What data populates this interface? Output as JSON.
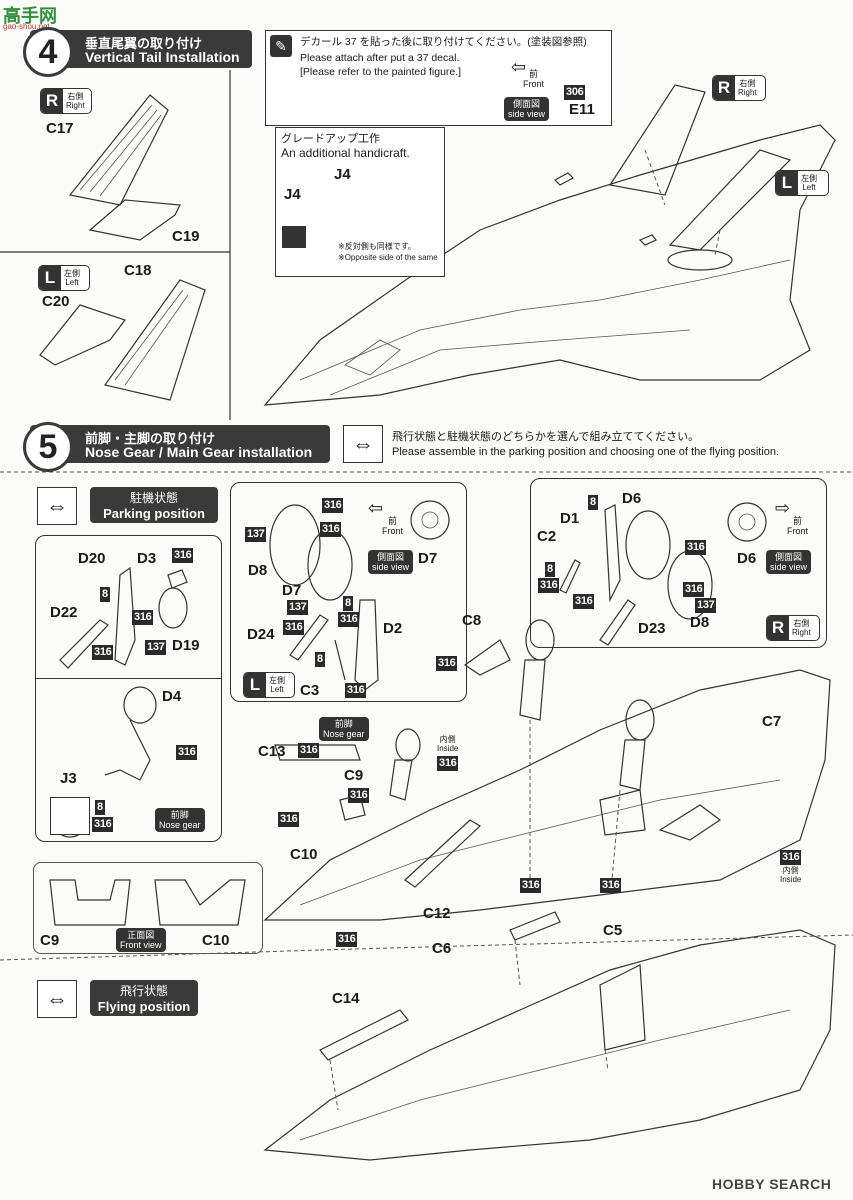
{
  "logo": {
    "text": "高手网",
    "sub": "gao-shou.net"
  },
  "step4": {
    "number": "4",
    "title_jp": "垂直尾翼の取り付け",
    "title_en": "Vertical Tail Installation",
    "decal_note_jp": "デカール 37 を貼った後に取り付けてください。(塗装図参照)",
    "decal_note_en1": "Please attach after put a 37 decal.",
    "decal_note_en2": "[Please refer to the painted figure.]",
    "front_jp": "前",
    "front_en": "Front",
    "side_view_jp": "側面図",
    "side_view_en": "side view",
    "decal_num": "306",
    "decal_part": "E11",
    "upgrade_jp": "グレードアップ工作",
    "upgrade_en": "An additional handicraft.",
    "opposite_jp": "※反対側も同様です。",
    "opposite_en": "※Opposite side of the same",
    "parts": {
      "j4a": "J4",
      "j4b": "J4",
      "c17": "C17",
      "c19": "C19",
      "c18": "C18",
      "c20": "C20"
    },
    "right": {
      "big": "R",
      "jp": "右側",
      "en": "Right"
    },
    "left": {
      "big": "L",
      "jp": "左側",
      "en": "Left"
    }
  },
  "step5": {
    "number": "5",
    "title_jp": "前脚・主脚の取り付け",
    "title_en": "Nose Gear / Main Gear installation",
    "choose_jp": "飛行状態と駐機状態のどちらかを選んで組み立ててください。",
    "choose_en": "Please assemble in the parking position and choosing one of the flying position.",
    "parking_jp": "駐機状態",
    "parking_en": "Parking position",
    "flying_jp": "飛行状態",
    "flying_en": "Flying position",
    "nose_gear_jp": "前脚",
    "nose_gear_en": "Nose gear",
    "inside_jp": "内側",
    "inside_en": "Inside",
    "front_view_jp": "正面図",
    "front_view_en": "Front view",
    "front_jp": "前",
    "front_en": "Front",
    "side_view_jp": "側面図",
    "side_view_en": "side view",
    "parts": {
      "d20": "D20",
      "d3": "D3",
      "d22": "D22",
      "d19": "D19",
      "d4": "D4",
      "j3": "J3",
      "d8l": "D8",
      "d7a": "D7",
      "d7b": "D7",
      "d24": "D24",
      "d2": "D2",
      "c3": "C3",
      "d1": "D1",
      "d6a": "D6",
      "d6b": "D6",
      "c2": "C2",
      "d23": "D23",
      "d8r": "D8",
      "c8": "C8",
      "c7": "C7",
      "c13": "C13",
      "c9a": "C9",
      "c10a": "C10",
      "c12": "C12",
      "c9b": "C9",
      "c10b": "C10",
      "c6": "C6",
      "c5": "C5",
      "c14": "C14"
    },
    "paint": {
      "p316": "316",
      "p137": "137",
      "p8": "8"
    }
  },
  "watermark": "HOBBY SEARCH"
}
